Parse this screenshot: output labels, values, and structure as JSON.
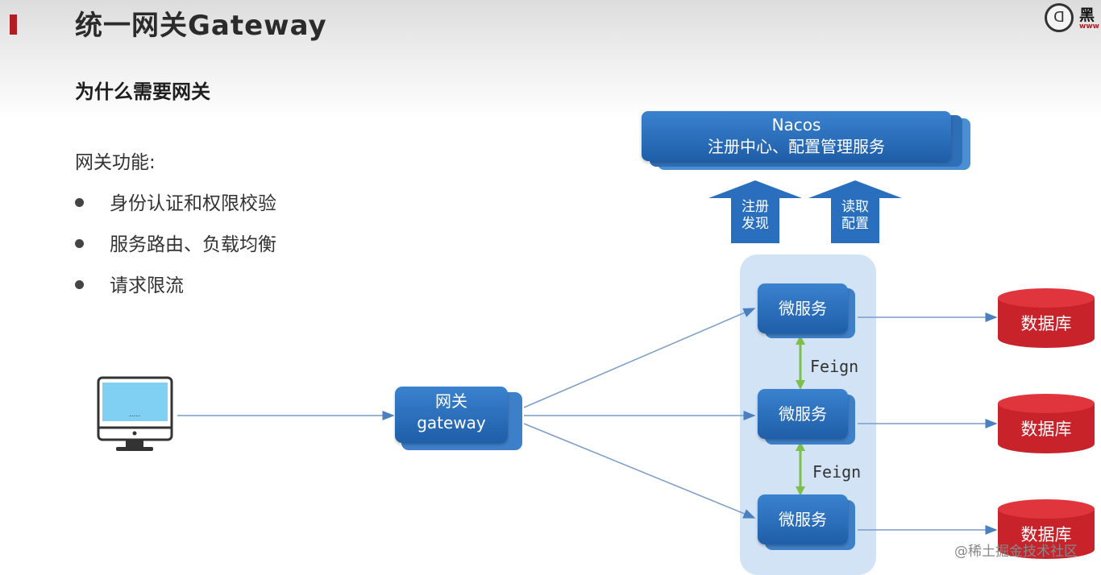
{
  "header": {
    "title": "统一网关Gateway",
    "logo": {
      "icon": "runner-logo-icon",
      "text": "黑",
      "url": "www"
    },
    "accent_color": "#b01e23"
  },
  "subtitle": "为什么需要网关",
  "features": {
    "heading": "网关功能:",
    "items": [
      "身份认证和权限校验",
      "服务路由、负载均衡",
      "请求限流"
    ]
  },
  "diagram": {
    "nacos": {
      "line1": "Nacos",
      "line2": "注册中心、配置管理服务"
    },
    "arrows": [
      {
        "line1": "注册",
        "line2": "发现"
      },
      {
        "line1": "读取",
        "line2": "配置"
      }
    ],
    "client_icon": "computer-monitor-icon",
    "gateway": {
      "line1": "网关",
      "line2": "gateway"
    },
    "microservices": [
      "微服务",
      "微服务",
      "微服务"
    ],
    "feign_labels": [
      "Feign",
      "Feign"
    ],
    "databases": [
      "数据库",
      "数据库",
      "数据库"
    ],
    "colors": {
      "box_blue": "#2a6fbd",
      "db_red": "#c8222b",
      "group_bg": "#d2e3f5",
      "feign_green": "#7cc04b"
    }
  },
  "watermark": "@稀土掘金技术社区"
}
